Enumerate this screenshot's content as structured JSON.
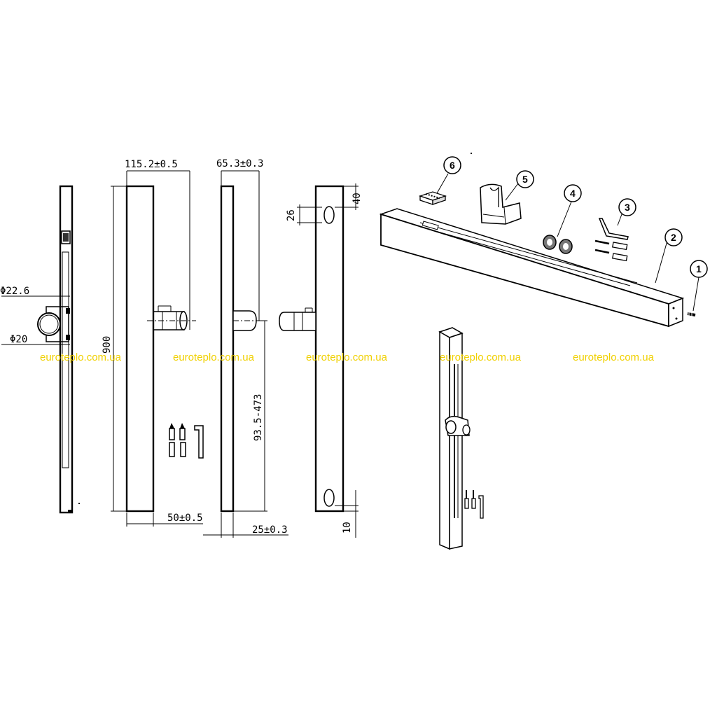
{
  "dimensions": {
    "d_outer": "Φ22.6",
    "d_inner": "Φ20",
    "length_total": "900",
    "depth_holder": "115.2±0.5",
    "depth_bar": "65.3±0.3",
    "width_front": "50±0.5",
    "width_side": "25±0.3",
    "slide_range": "93.5-473",
    "top_offset": "26",
    "top_gap": "40",
    "bottom_gap": "10"
  },
  "callouts": [
    "1",
    "2",
    "3",
    "4",
    "5",
    "6"
  ],
  "watermark": "euroteplo.com.ua",
  "colors": {
    "line": "#000000",
    "watermark": "#f0d000",
    "background": "#ffffff"
  }
}
